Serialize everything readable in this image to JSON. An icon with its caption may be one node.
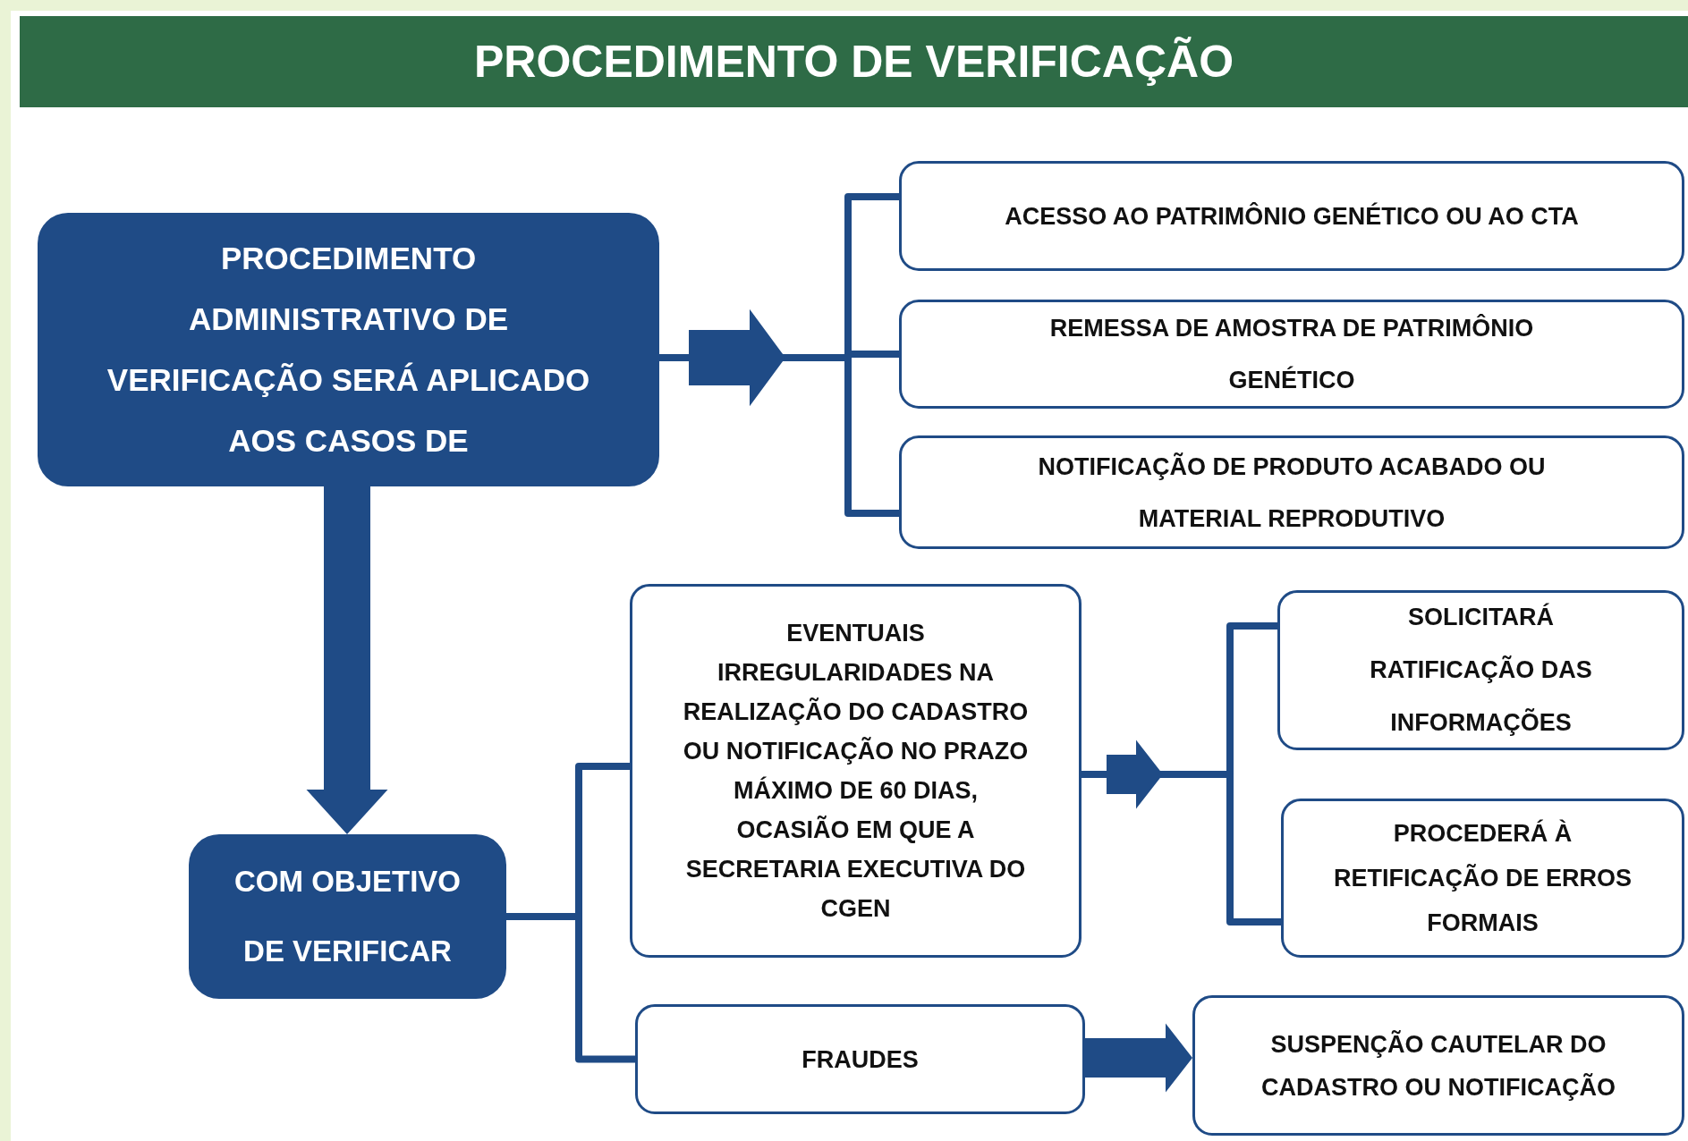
{
  "diagram": {
    "title": "PROCEDIMENTO DE VERIFICAÇÃO",
    "nodes": [
      {
        "text": [
          "PROCEDIMENTO ADMINISTRATIVO DE VERIFICAÇÃO SERÁ APLICADO AOS CASOS DE"
        ]
      },
      {
        "text": [
          "ACESSO AO PATRIMÔNIO GENÉTICO OU AO CTA"
        ]
      },
      {
        "text": [
          "REMESSA DE AMOSTRA DE PATRIMÔNIO GENÉTICO"
        ]
      },
      {
        "text": [
          "NOTIFICAÇÃO DE PRODUTO ACABADO OU MATERIAL REPRODUTIVO"
        ]
      },
      {
        "text": [
          "COM OBJETIVO DE VERIFICAR"
        ]
      },
      {
        "text": [
          "EVENTUAIS IRREGULARIDADES NA REALIZAÇÃO DO CADASTRO OU NOTIFICAÇÃO NO PRAZO MÁXIMO DE 60 DIAS, OCASIÃO EM QUE A SECRETARIA EXECUTIVA DO CGEN"
        ]
      },
      {
        "text": [
          "FRAUDES"
        ]
      },
      {
        "text": [
          "SOLICITARÁ RATIFICAÇÃO DAS INFORMAÇÕES"
        ]
      },
      {
        "text": [
          "PROCEDERÁ À RETIFICAÇÃO DE ERROS FORMAIS"
        ]
      },
      {
        "text": [
          "SUSPENÇÃO CAUTELAR DO CADASTRO OU NOTIFICAÇÃO"
        ]
      }
    ],
    "edges": [
      {
        "from": 0,
        "to": 1,
        "arrow": "none"
      },
      {
        "from": 0,
        "to": 2,
        "arrow": "none"
      },
      {
        "from": 0,
        "to": 3,
        "arrow": "none"
      },
      {
        "from": 0,
        "to": 4,
        "arrow": "to"
      },
      {
        "from": 4,
        "to": 5,
        "arrow": "none"
      },
      {
        "from": 4,
        "to": 6,
        "arrow": "none"
      },
      {
        "from": 5,
        "to": 7,
        "arrow": "none"
      },
      {
        "from": 5,
        "to": 8,
        "arrow": "none"
      },
      {
        "from": 6,
        "to": 9,
        "arrow": "to"
      }
    ]
  }
}
